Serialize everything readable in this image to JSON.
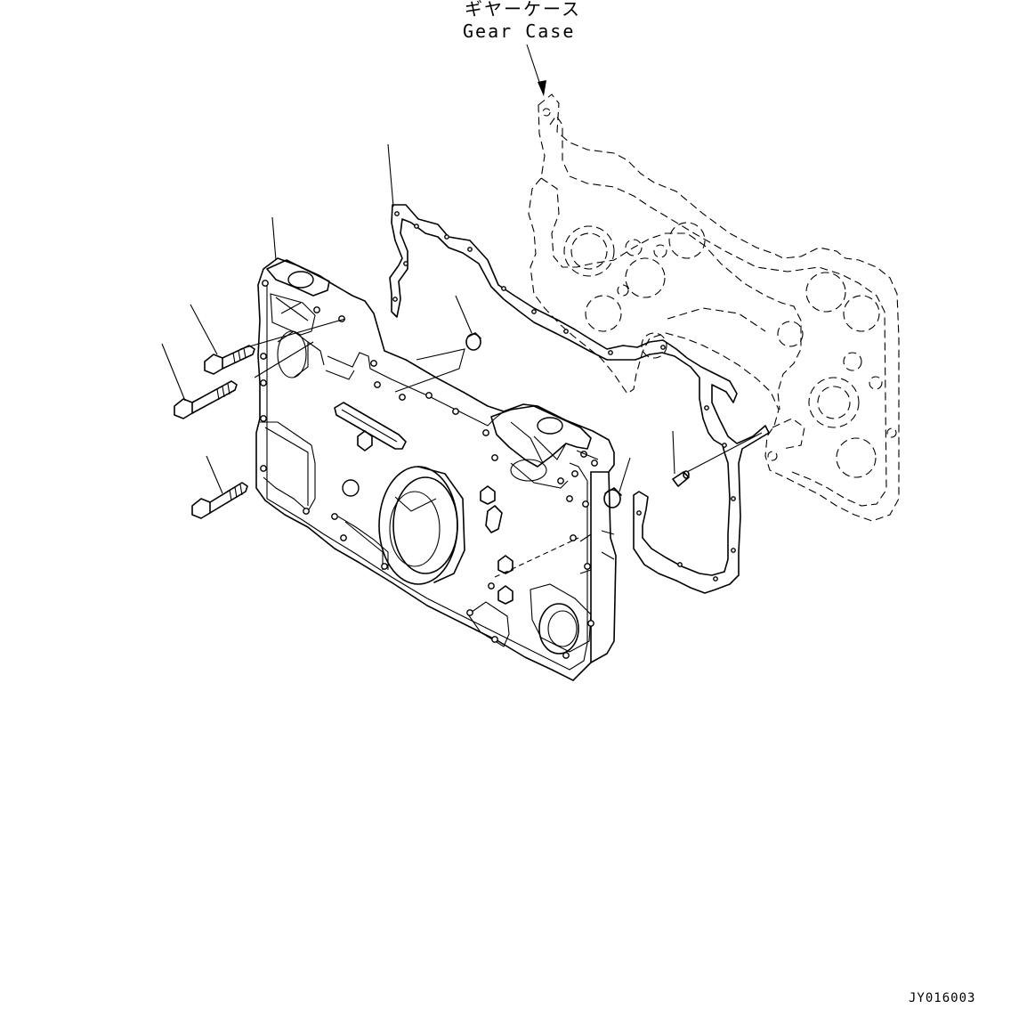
{
  "callout": {
    "label_jp": "ギヤーケース",
    "label_en": "Gear Case"
  },
  "drawing_code": "JY016003",
  "icons": [
    "gear-case-outline",
    "gasket",
    "front-cover-plate",
    "bolt",
    "dowel-pin",
    "plug"
  ]
}
